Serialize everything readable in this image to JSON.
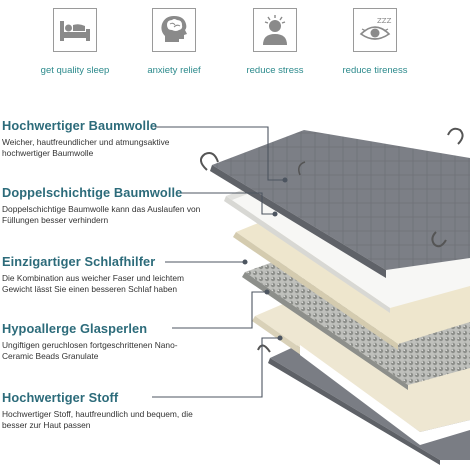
{
  "benefits": [
    {
      "label": "get quality sleep",
      "icon": "bed-icon"
    },
    {
      "label": "anxiety relief",
      "icon": "head-brain-icon"
    },
    {
      "label": "reduce stress",
      "icon": "stressed-person-icon"
    },
    {
      "label": "reduce tireness",
      "icon": "sleepy-eye-icon",
      "icon_text": "ZZZ"
    }
  ],
  "features": [
    {
      "title": "Hochwertiger Baumwolle",
      "desc": "Weicher, hautfreundlicher und atmungsaktive hochwertiger Baumwolle"
    },
    {
      "title": "Doppelschichtige Baumwolle",
      "desc": "Doppelschichtige Baumwolle kann das Auslaufen von Füllungen besser verhindern"
    },
    {
      "title": "Einzigartiger Schlafhilfer",
      "desc": "Die Kombination aus weicher Faser und leichtem Gewicht lässt Sie einen besseren Schlaf haben"
    },
    {
      "title": "Hypoallerge Glasperlen",
      "desc": "Ungiftigen geruchlosen fortgeschrittenen Nano-Ceramic Beads Granulate"
    },
    {
      "title": "Hochwertiger Stoff",
      "desc": "Hochwertiger Stoff, hautfreundlich und bequem, die besser zur Haut passen"
    }
  ],
  "colors": {
    "heading": "#2c6b7a",
    "benefit_label": "#2c8a8c",
    "icon_gray": "#8a8a8a",
    "cover_gray": "#7d8087",
    "cream": "#eee6cd",
    "beads": "#a7a9a6",
    "line": "#4d5560"
  }
}
